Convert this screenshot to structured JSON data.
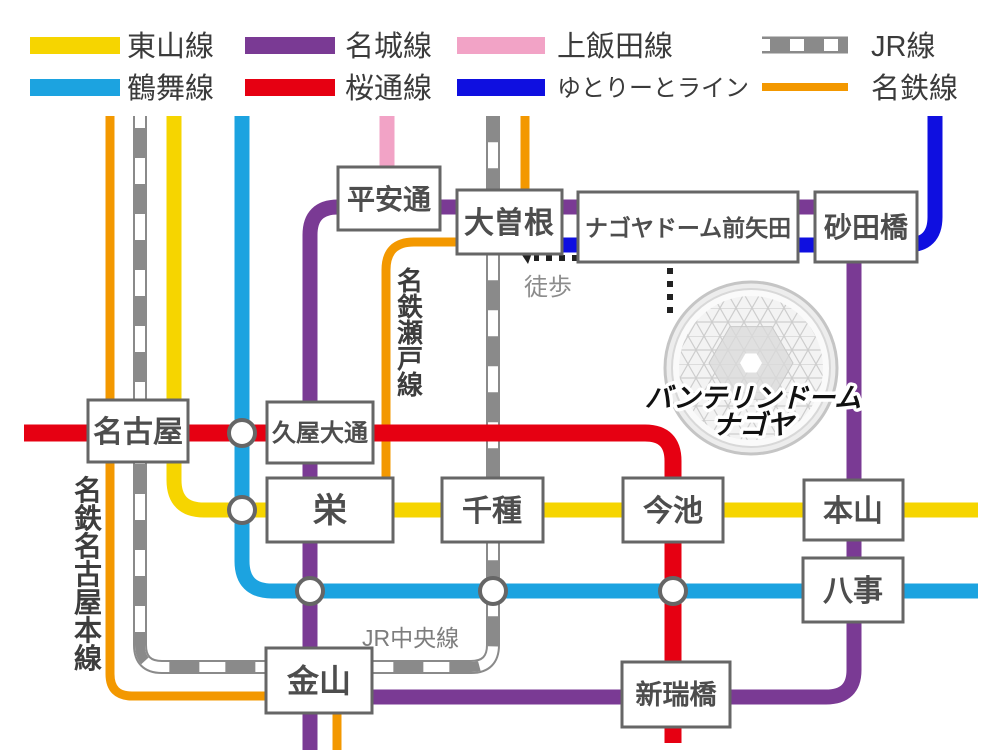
{
  "legend": {
    "items": [
      {
        "id": "higashiyama",
        "label": "東山線",
        "color": "#f6d500"
      },
      {
        "id": "meijo",
        "label": "名城線",
        "color": "#7a3a94"
      },
      {
        "id": "kamiiida",
        "label": "上飯田線",
        "color": "#f2a3c6"
      },
      {
        "id": "jr",
        "label": "JR線",
        "color": "#8a8a8a"
      },
      {
        "id": "tsurumai",
        "label": "鶴舞線",
        "color": "#1ca3e0"
      },
      {
        "id": "sakuradori",
        "label": "桜通線",
        "color": "#e60012"
      },
      {
        "id": "yutorito",
        "label": "ゆとりーとライン",
        "color": "#0f0fe0"
      },
      {
        "id": "meitetsu",
        "label": "名鉄線",
        "color": "#f39800"
      }
    ]
  },
  "colors": {
    "jr_gray": "#8a8a8a",
    "box_border": "#666666",
    "station_text": "#4d4d4d",
    "walk_dots": "#222222",
    "note_gray": "#8c8c8c",
    "dome_gray": "#d9d9d9"
  },
  "stations": {
    "heiandori": {
      "label": "平安通"
    },
    "ozone": {
      "label": "大曽根"
    },
    "dome_mae_yada": {
      "label": "ナゴヤドーム前矢田"
    },
    "sunadabashi": {
      "label": "砂田橋"
    },
    "nagoya": {
      "label": "名古屋"
    },
    "hisaya_odori": {
      "label": "久屋大通"
    },
    "sakae": {
      "label": "栄"
    },
    "chikusa": {
      "label": "千種"
    },
    "imaike": {
      "label": "今池"
    },
    "motoyama": {
      "label": "本山"
    },
    "yagoto": {
      "label": "八事"
    },
    "kanayama": {
      "label": "金山"
    },
    "aratamabashi": {
      "label": "新瑞橋"
    }
  },
  "labels": {
    "walk": "徒歩",
    "jr_chuo": "JR中央線",
    "meitetsu_seto": "名鉄瀬戸線",
    "meitetsu_nagoya_honsen": "名鉄名古屋本線",
    "dome_line1": "バンテリンドーム",
    "dome_line2": "ナゴヤ"
  }
}
